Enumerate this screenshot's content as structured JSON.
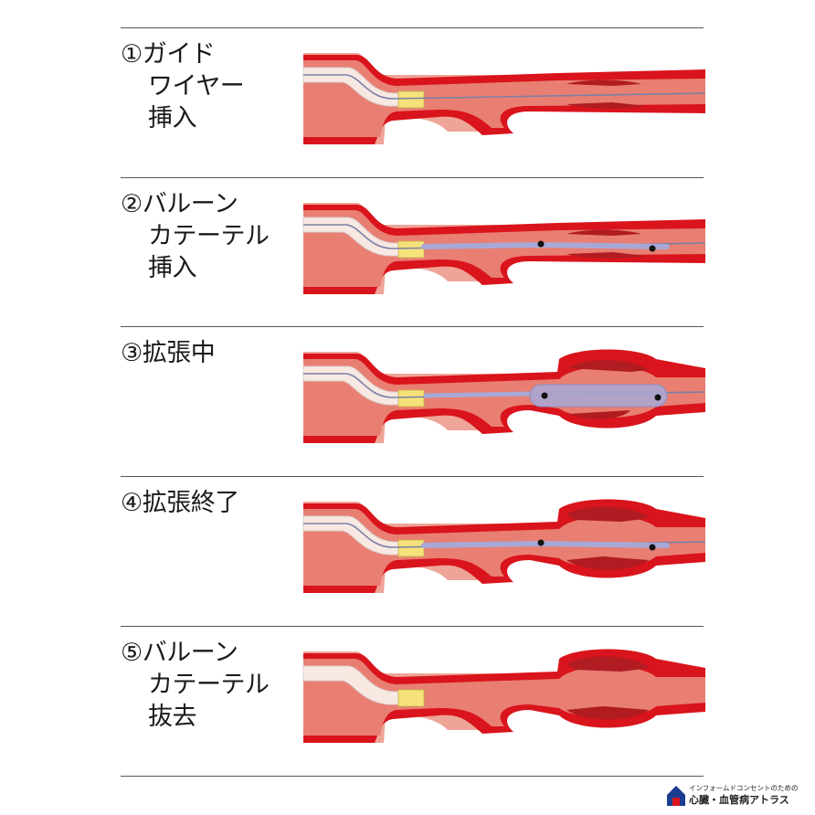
{
  "steps": [
    {
      "number": "①",
      "lines": [
        "ガイド",
        "ワイヤー",
        "挿入"
      ],
      "state": "wire"
    },
    {
      "number": "②",
      "lines": [
        "バルーン",
        "カテーテル",
        "挿入"
      ],
      "state": "catheter"
    },
    {
      "number": "③",
      "lines": [
        "拡張中"
      ],
      "state": "inflating"
    },
    {
      "number": "④",
      "lines": [
        "拡張終了"
      ],
      "state": "finished"
    },
    {
      "number": "⑤",
      "lines": [
        "バルーン",
        "カテーテル",
        "抜去"
      ],
      "state": "removed"
    }
  ],
  "footer": {
    "tagline": "インフォームドコンセントのための",
    "brand": "心臓・血管病アトラス"
  },
  "colors": {
    "vessel_wall": "#d9141c",
    "tissue": "#eea497",
    "lumen": "#e87f72",
    "plaque": "#b01c22",
    "guide_catheter": "#f8e8e2",
    "marker_band": "#f5e27a",
    "balloon": "#a7a8d6"
  }
}
